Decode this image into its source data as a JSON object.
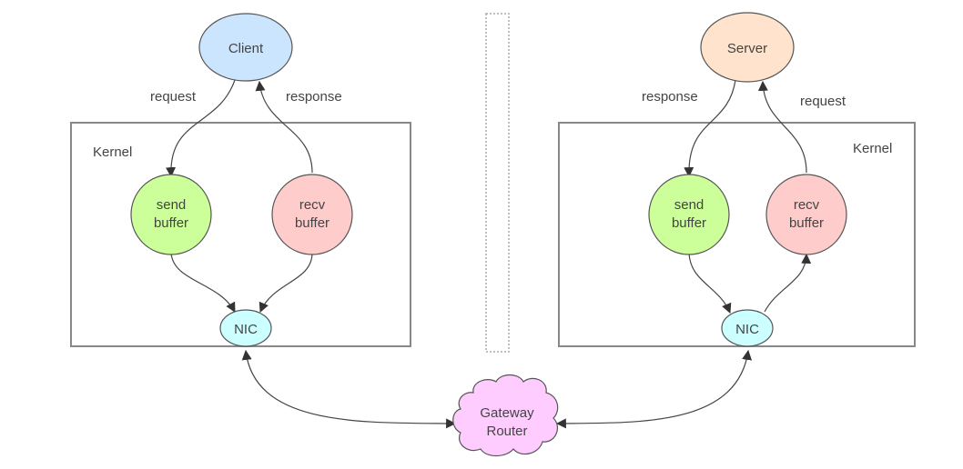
{
  "diagram": {
    "colors": {
      "client": "#cce5ff",
      "server": "#ffe3cc",
      "send_buffer": "#ccff99",
      "recv_buffer": "#ffcccc",
      "nic": "#ccffff",
      "gateway": "#ffccff",
      "box_stroke": "#888888",
      "edge": "#444444"
    },
    "left": {
      "endpoint": "Client",
      "kernel_label": "Kernel",
      "send_buffer": [
        "send",
        "buffer"
      ],
      "recv_buffer": [
        "recv",
        "buffer"
      ],
      "nic": "NIC",
      "edge_out_label": "request",
      "edge_in_label": "response"
    },
    "right": {
      "endpoint": "Server",
      "kernel_label": "Kernel",
      "send_buffer": [
        "send",
        "buffer"
      ],
      "recv_buffer": [
        "recv",
        "buffer"
      ],
      "nic": "NIC",
      "edge_out_label": "response",
      "edge_in_label": "request"
    },
    "gateway": [
      "Gateway",
      "Router"
    ]
  }
}
